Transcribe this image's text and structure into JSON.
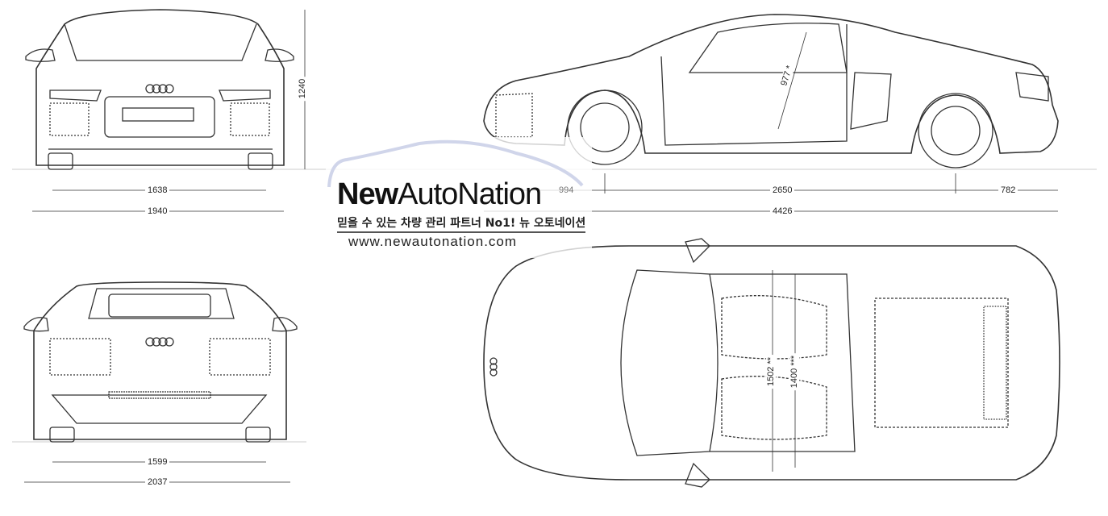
{
  "dimensions": {
    "front_height": "1240",
    "front_track": "1638",
    "front_width": "1940",
    "rear_track": "1599",
    "rear_width": "2037",
    "front_overhang": "994",
    "wheelbase": "2650",
    "rear_overhang": "782",
    "length": "4426",
    "door_opening": "977 *",
    "interior_width_front": "1502 **",
    "interior_width_rear": "1400 ***"
  },
  "watermark": {
    "brand_bold": "New",
    "brand_rest": "AutoNation",
    "tagline": "믿을 수 있는 차량 관리 파트너 No1! 뉴 오토네이션",
    "url": "www.newautonation.com"
  },
  "colors": {
    "line": "#333333",
    "logo_blue": "#2a3f9e"
  }
}
